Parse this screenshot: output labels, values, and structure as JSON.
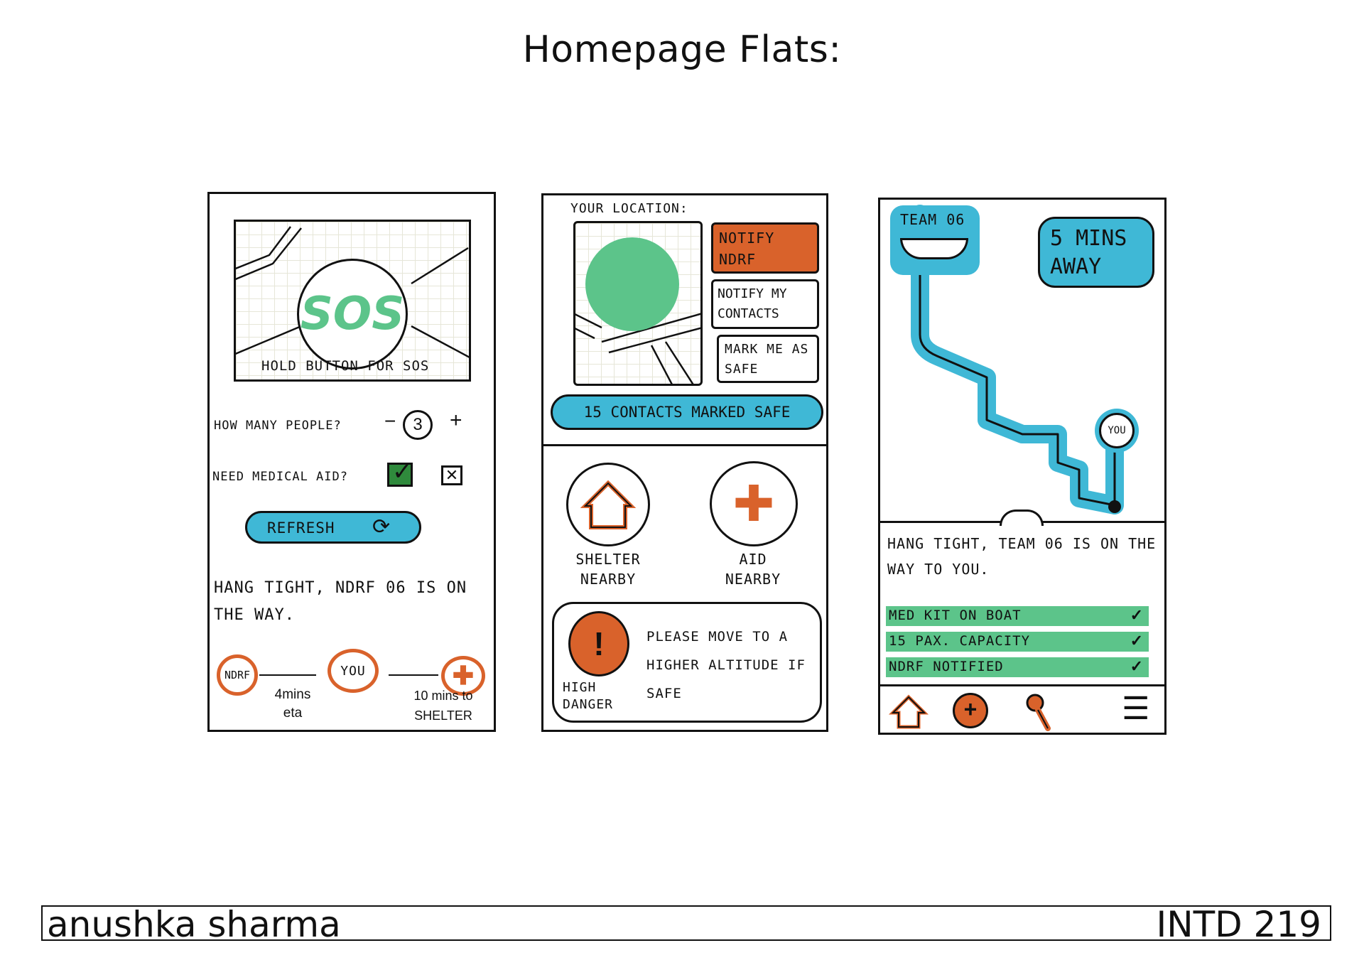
{
  "page": {
    "title": "Homepage Flats:"
  },
  "footer": {
    "author": "anushka sharma",
    "course": "INTD 219"
  },
  "screen1": {
    "sos_label": "SOS",
    "hold_hint": "HOLD BUTTON FOR SOS",
    "people_label": "HOW MANY PEOPLE?",
    "people_minus": "−",
    "people_count": "3",
    "people_plus": "+",
    "medical_label": "NEED MEDICAL AID?",
    "refresh_label": "REFRESH",
    "status_text": "HANG TIGHT, NDRF 06 IS ON THE WAY.",
    "timeline": {
      "ndrf": "NDRF",
      "you": "YOU",
      "eta": "4mins eta",
      "shelter_eta": "10 mins to SHELTER"
    }
  },
  "screen2": {
    "location_label": "YOUR LOCATION:",
    "notify_ndrf": "NOTIFY NDRF",
    "notify_contacts": "NOTIFY MY CONTACTS",
    "mark_safe": "MARK ME AS SAFE",
    "contacts_safe": "15 CONTACTS MARKED SAFE",
    "shelter_label": "SHELTER NEARBY",
    "aid_label": "AID NEARBY",
    "danger_label": "HIGH DANGER",
    "danger_message": "PLEASE MOVE TO A HIGHER ALTITUDE IF SAFE"
  },
  "screen3": {
    "team_label": "TEAM 06",
    "eta_badge": "5 MINS AWAY",
    "you_pin": "YOU",
    "status_text": "HANG TIGHT, TEAM 06 IS ON THE WAY TO YOU.",
    "checklist": [
      {
        "label": "MED KIT ON BOAT",
        "mark": "✓"
      },
      {
        "label": "15 PAX. CAPACITY",
        "mark": "✓"
      },
      {
        "label": "NDRF NOTIFIED",
        "mark": "✓"
      }
    ],
    "nav": {
      "menu": "☰"
    }
  },
  "colors": {
    "blue": "#3fb8d6",
    "green": "#5cc48a",
    "orange": "#d9622b",
    "dark_green": "#2f8a3c"
  }
}
